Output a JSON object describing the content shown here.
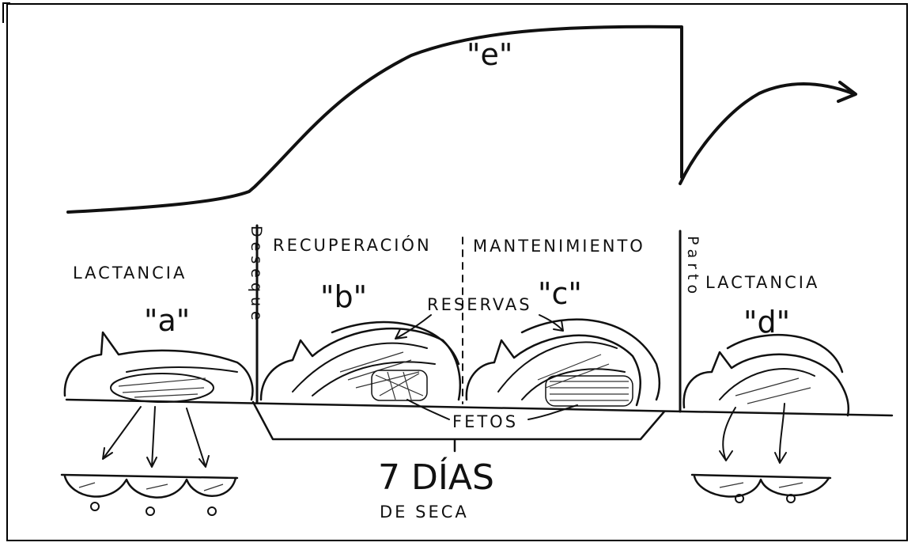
{
  "curve_label": "\"e\"",
  "phases": {
    "lactation_left": {
      "title": "LACTANCIA",
      "letter": "\"a\""
    },
    "drying": {
      "title": "Deseque"
    },
    "recovery": {
      "title": "RECUPERACIÓN",
      "letter": "\"b\""
    },
    "maintenance": {
      "title": "MANTENIMIENTO",
      "letter": "\"c\""
    },
    "calving": {
      "title": "Parto"
    },
    "lactation_right": {
      "title": "LACTANCIA",
      "letter": "\"d\""
    }
  },
  "annotations": {
    "reserves": "RESERVAS",
    "fetuses": "FETOS"
  },
  "dry_period": {
    "days": "7 DÍAS",
    "caption": "DE SECA"
  }
}
